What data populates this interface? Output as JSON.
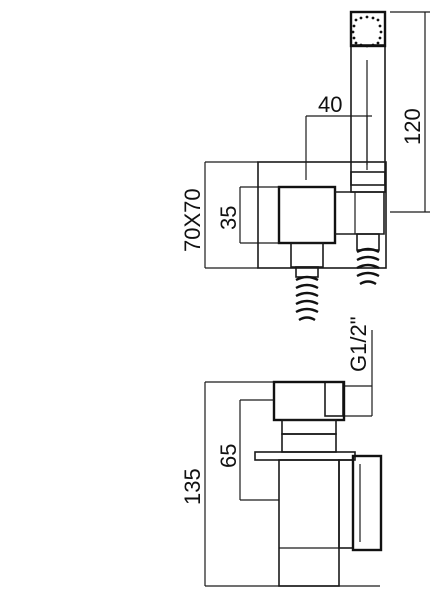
{
  "dimensions": {
    "width_40": "40",
    "height_120": "120",
    "plate_70x70": "70X70",
    "depth_35": "35",
    "thread_g12": "G1/2\"",
    "depth_65": "65",
    "total_135": "135"
  }
}
